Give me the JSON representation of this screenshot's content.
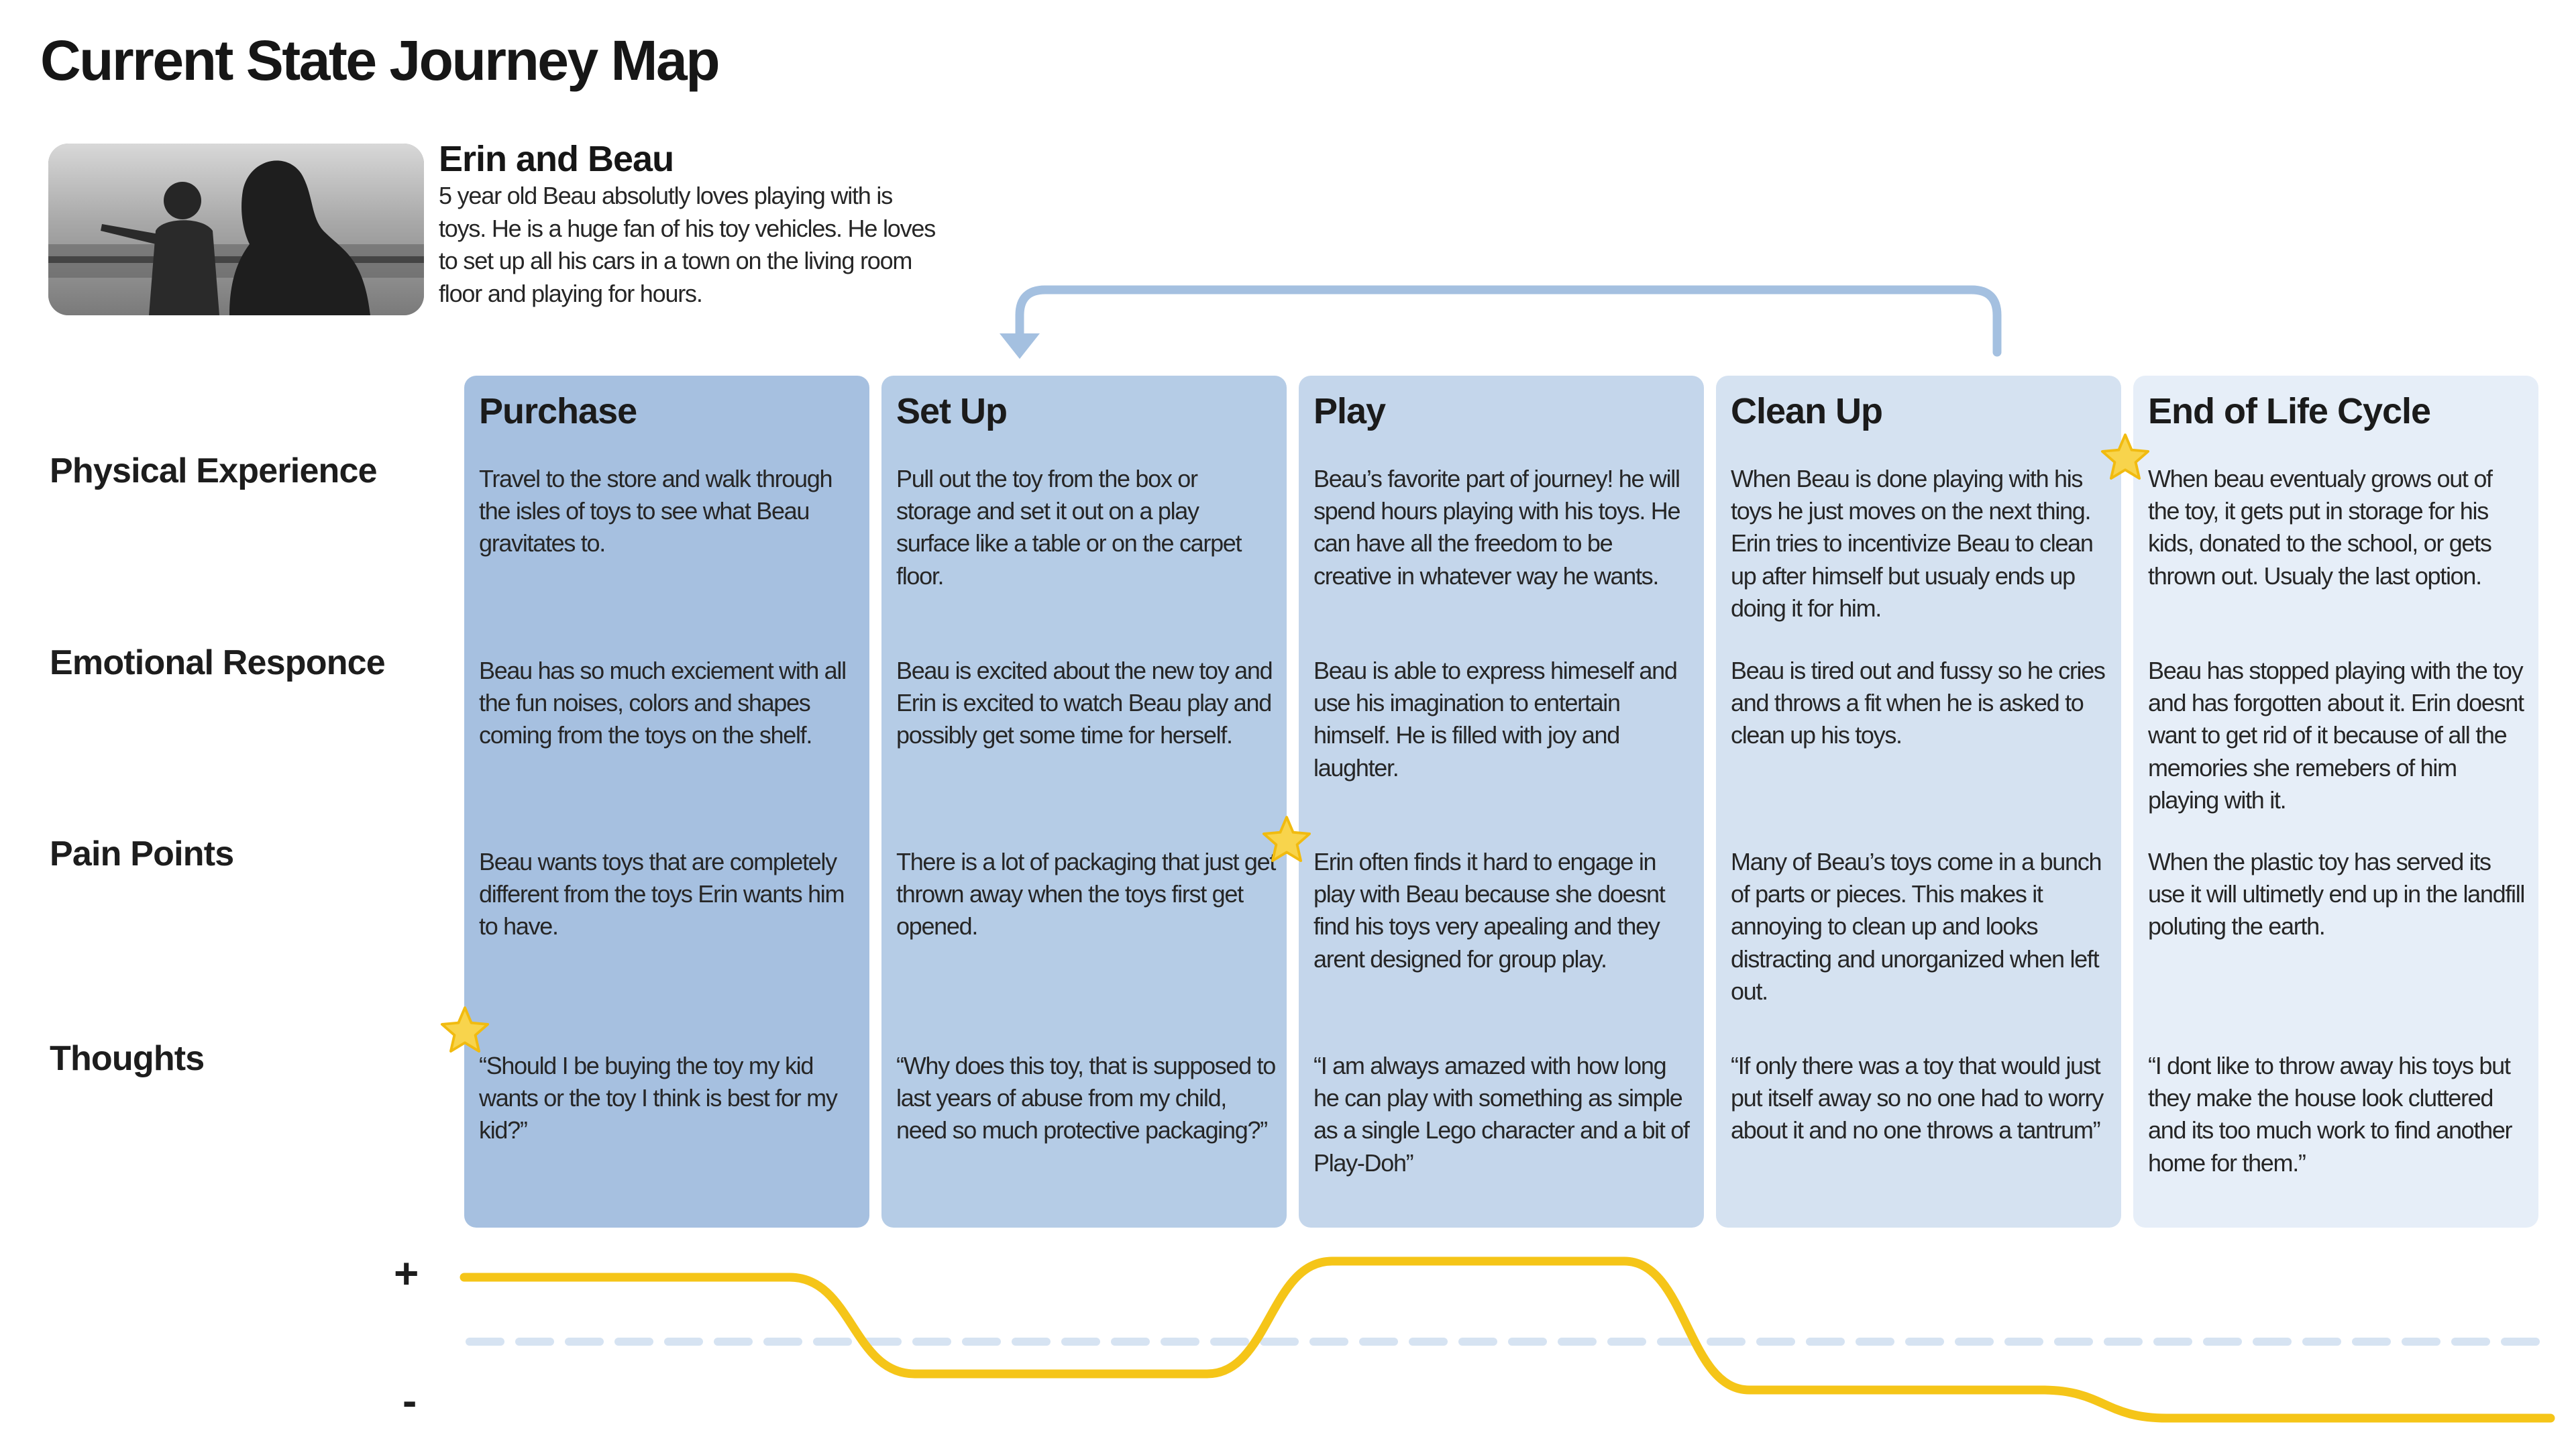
{
  "page": {
    "title": "Current State Journey Map"
  },
  "persona": {
    "name": "Erin and Beau",
    "bio": "5 year old Beau absolutly loves playing with is toys. He is a huge fan of his toy vehicles. He loves to set up all his cars in a town on the living room floor and playing for hours."
  },
  "row_labels": {
    "physical": "Physical Experience",
    "emotional": "Emotional Responce",
    "pain": "Pain Points",
    "thoughts": "Thoughts"
  },
  "stages": [
    {
      "title": "Purchase",
      "color": "#a6c0e0",
      "physical": "Travel to the store and walk through the isles of toys to see what Beau gravitates to.",
      "emotional": "Beau has so much exciement with all the fun noises, colors and shapes coming from the toys on the shelf.",
      "pain": "Beau wants toys that are completely different from the toys Erin wants him to have.",
      "thoughts": "“Should I be buying the toy my kid wants or the toy I think is best for my kid?”"
    },
    {
      "title": "Set Up",
      "color": "#b5cce6",
      "physical": "Pull out the toy from the box or storage and set it out on a play surface like a table or on the carpet floor.",
      "emotional": "Beau is excited about the new toy and Erin is excited to watch Beau play and possibly get some time for herself.",
      "pain": "There is a lot of packaging that just get thrown away when the toys first get opened.",
      "thoughts": "“Why does this toy, that is supposed to last years of abuse from my child, need so much protective packaging?”"
    },
    {
      "title": "Play",
      "color": "#c4d6eb",
      "physical": "Beau’s favorite part of journey! he will spend hours playing with his toys. He can have all the freedom to be creative in whatever way he wants.",
      "emotional": "Beau is able to express himeself and use his imagination to entertain himself. He is filled with joy and laughter.",
      "pain": "Erin often finds it hard to engage in play with Beau because she doesnt find his toys very apealing and they arent designed for group play.",
      "thoughts": "“I am always amazed with how long he can play with something as simple as a single Lego character and a bit of Play-Doh”"
    },
    {
      "title": "Clean Up",
      "color": "#d5e2f1",
      "physical": "When Beau is done playing with his toys he just moves on the next thing. Erin tries to incentivize Beau to clean up after himself but usualy ends up doing it for him.",
      "emotional": "Beau is tired out and fussy so he cries and throws a fit when he is asked to clean up his toys.",
      "pain": "Many of Beau’s toys come in a bunch of parts or pieces. This makes it annoying to clean up and looks distracting and unorganized when left out.",
      "thoughts": "“If only there was a toy that would just put itself away so no one had to worry about it and no one throws a tantrum”"
    },
    {
      "title": "End of Life Cycle",
      "color": "#e6eef8",
      "physical": "When beau eventualy grows out of the toy, it gets put in storage for his kids, donated to the school, or gets thrown out. Usualy the last option.",
      "emotional": "Beau has stopped playing with the toy and has forgotten about it. Erin doesnt want to get rid of it because of all the memories she remebers of him playing with it.",
      "pain": "When the plastic toy has served its use it will ultimetly end up in the landfill poluting the earth.",
      "thoughts": "“I dont like to throw away his toys but they make the house look cluttered and its too much work to find another home for them.”"
    }
  ],
  "emotion_scale": {
    "plus_label": "+",
    "minus_label": "-",
    "range": [
      -1,
      1
    ],
    "baseline": 0,
    "levels": [
      0.8,
      -0.4,
      1.0,
      -0.6,
      -0.95
    ],
    "curve_color": "#f5c518",
    "baseline_color": "#d6e3f2"
  },
  "colors": {
    "arrow": "#a4c0e0",
    "star": "#f8d44c",
    "star_outline": "#f1bb10"
  },
  "icons": {
    "loop_arrow": "loop-back-arrow-icon",
    "star": "star-icon"
  }
}
